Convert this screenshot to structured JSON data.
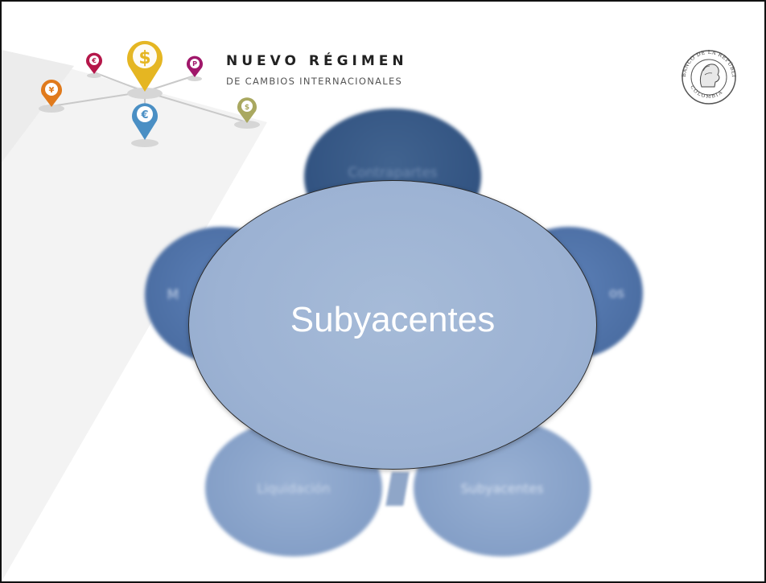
{
  "header": {
    "title": "NUEVO RÉGIMEN",
    "subtitle": "DE CAMBIOS INTERNACIONALES",
    "seal_icon": "banco-de-la-republica-colombia-seal"
  },
  "pins": [
    {
      "icon": "dollar-pin-icon",
      "symbol": "$",
      "color": "#e5b622"
    },
    {
      "icon": "euro-pin-icon",
      "symbol": "€",
      "color": "#4a8fc4"
    },
    {
      "icon": "euro-small-pin-icon",
      "symbol": "€",
      "color": "#b5174a"
    },
    {
      "icon": "yen-pin-icon",
      "symbol": "¥",
      "color": "#e07a1c"
    },
    {
      "icon": "ruble-pin-icon",
      "symbol": "P",
      "color": "#a0176a"
    },
    {
      "icon": "dollar-small-pin-icon",
      "symbol": "$",
      "color": "#a9a860"
    }
  ],
  "diagram": {
    "focus_label": "Subyacentes",
    "nodes": [
      {
        "label": "Contrapartes"
      },
      {
        "label": "M"
      },
      {
        "label": "os"
      },
      {
        "label": "Liquidación"
      },
      {
        "label": "Subyacentes"
      }
    ]
  }
}
